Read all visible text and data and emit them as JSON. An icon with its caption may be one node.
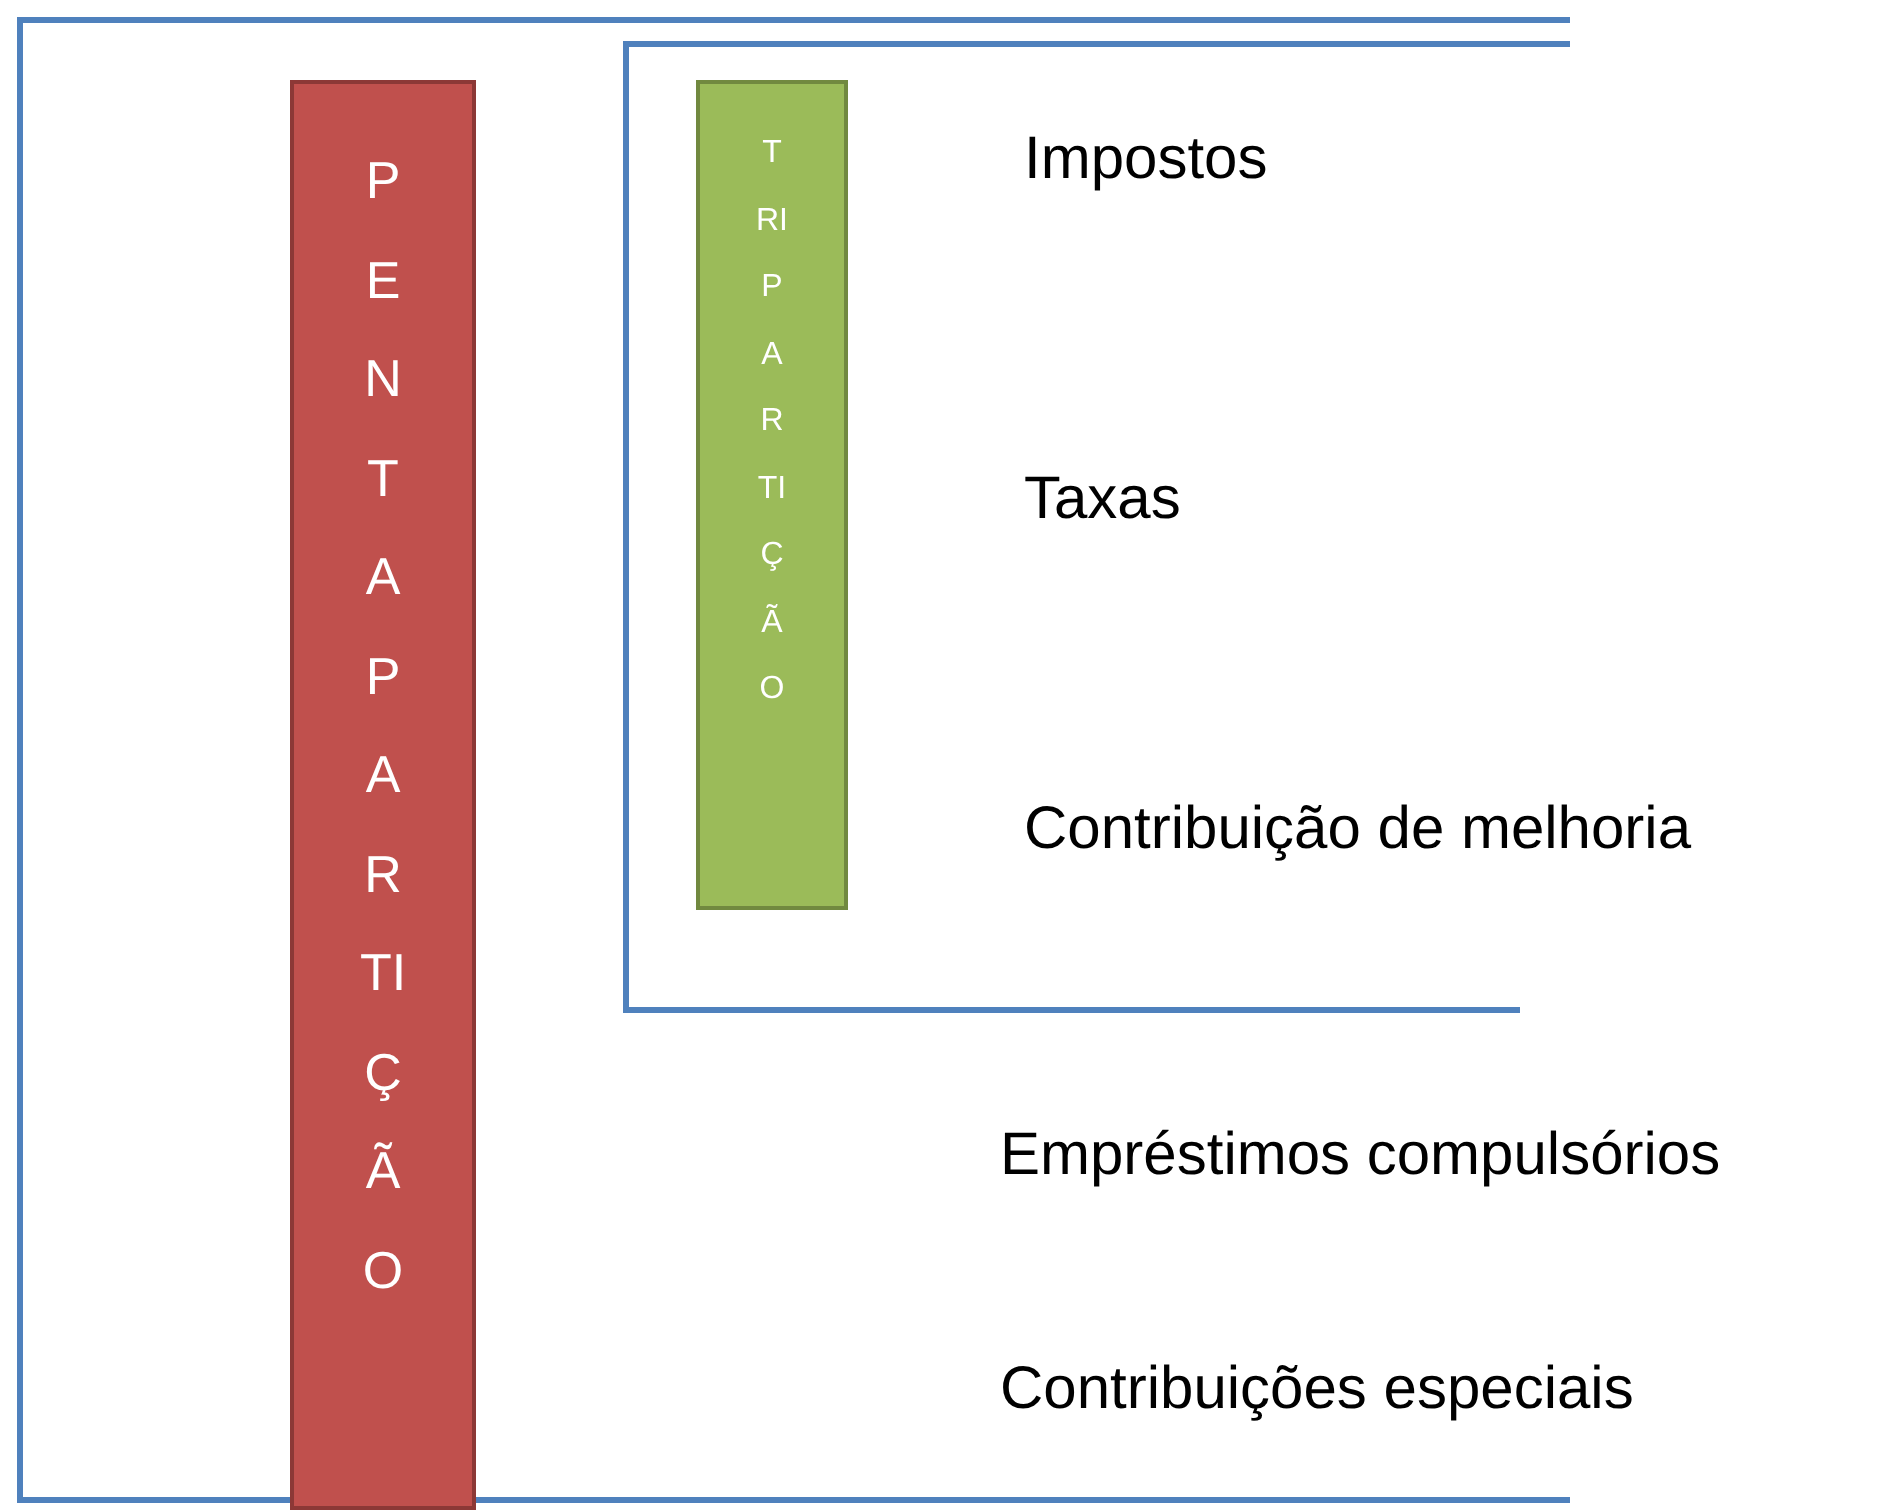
{
  "diagram": {
    "nodes": [
      {
        "text": [
          "PENTAPARTIÇÃO"
        ]
      },
      {
        "text": [
          "TRIPARTIÇÃO"
        ]
      }
    ],
    "labels": [
      "Impostos",
      "Taxas",
      "Contribuição de melhoria",
      "Empréstimos compulsórios",
      "Contribuições especiais"
    ]
  }
}
